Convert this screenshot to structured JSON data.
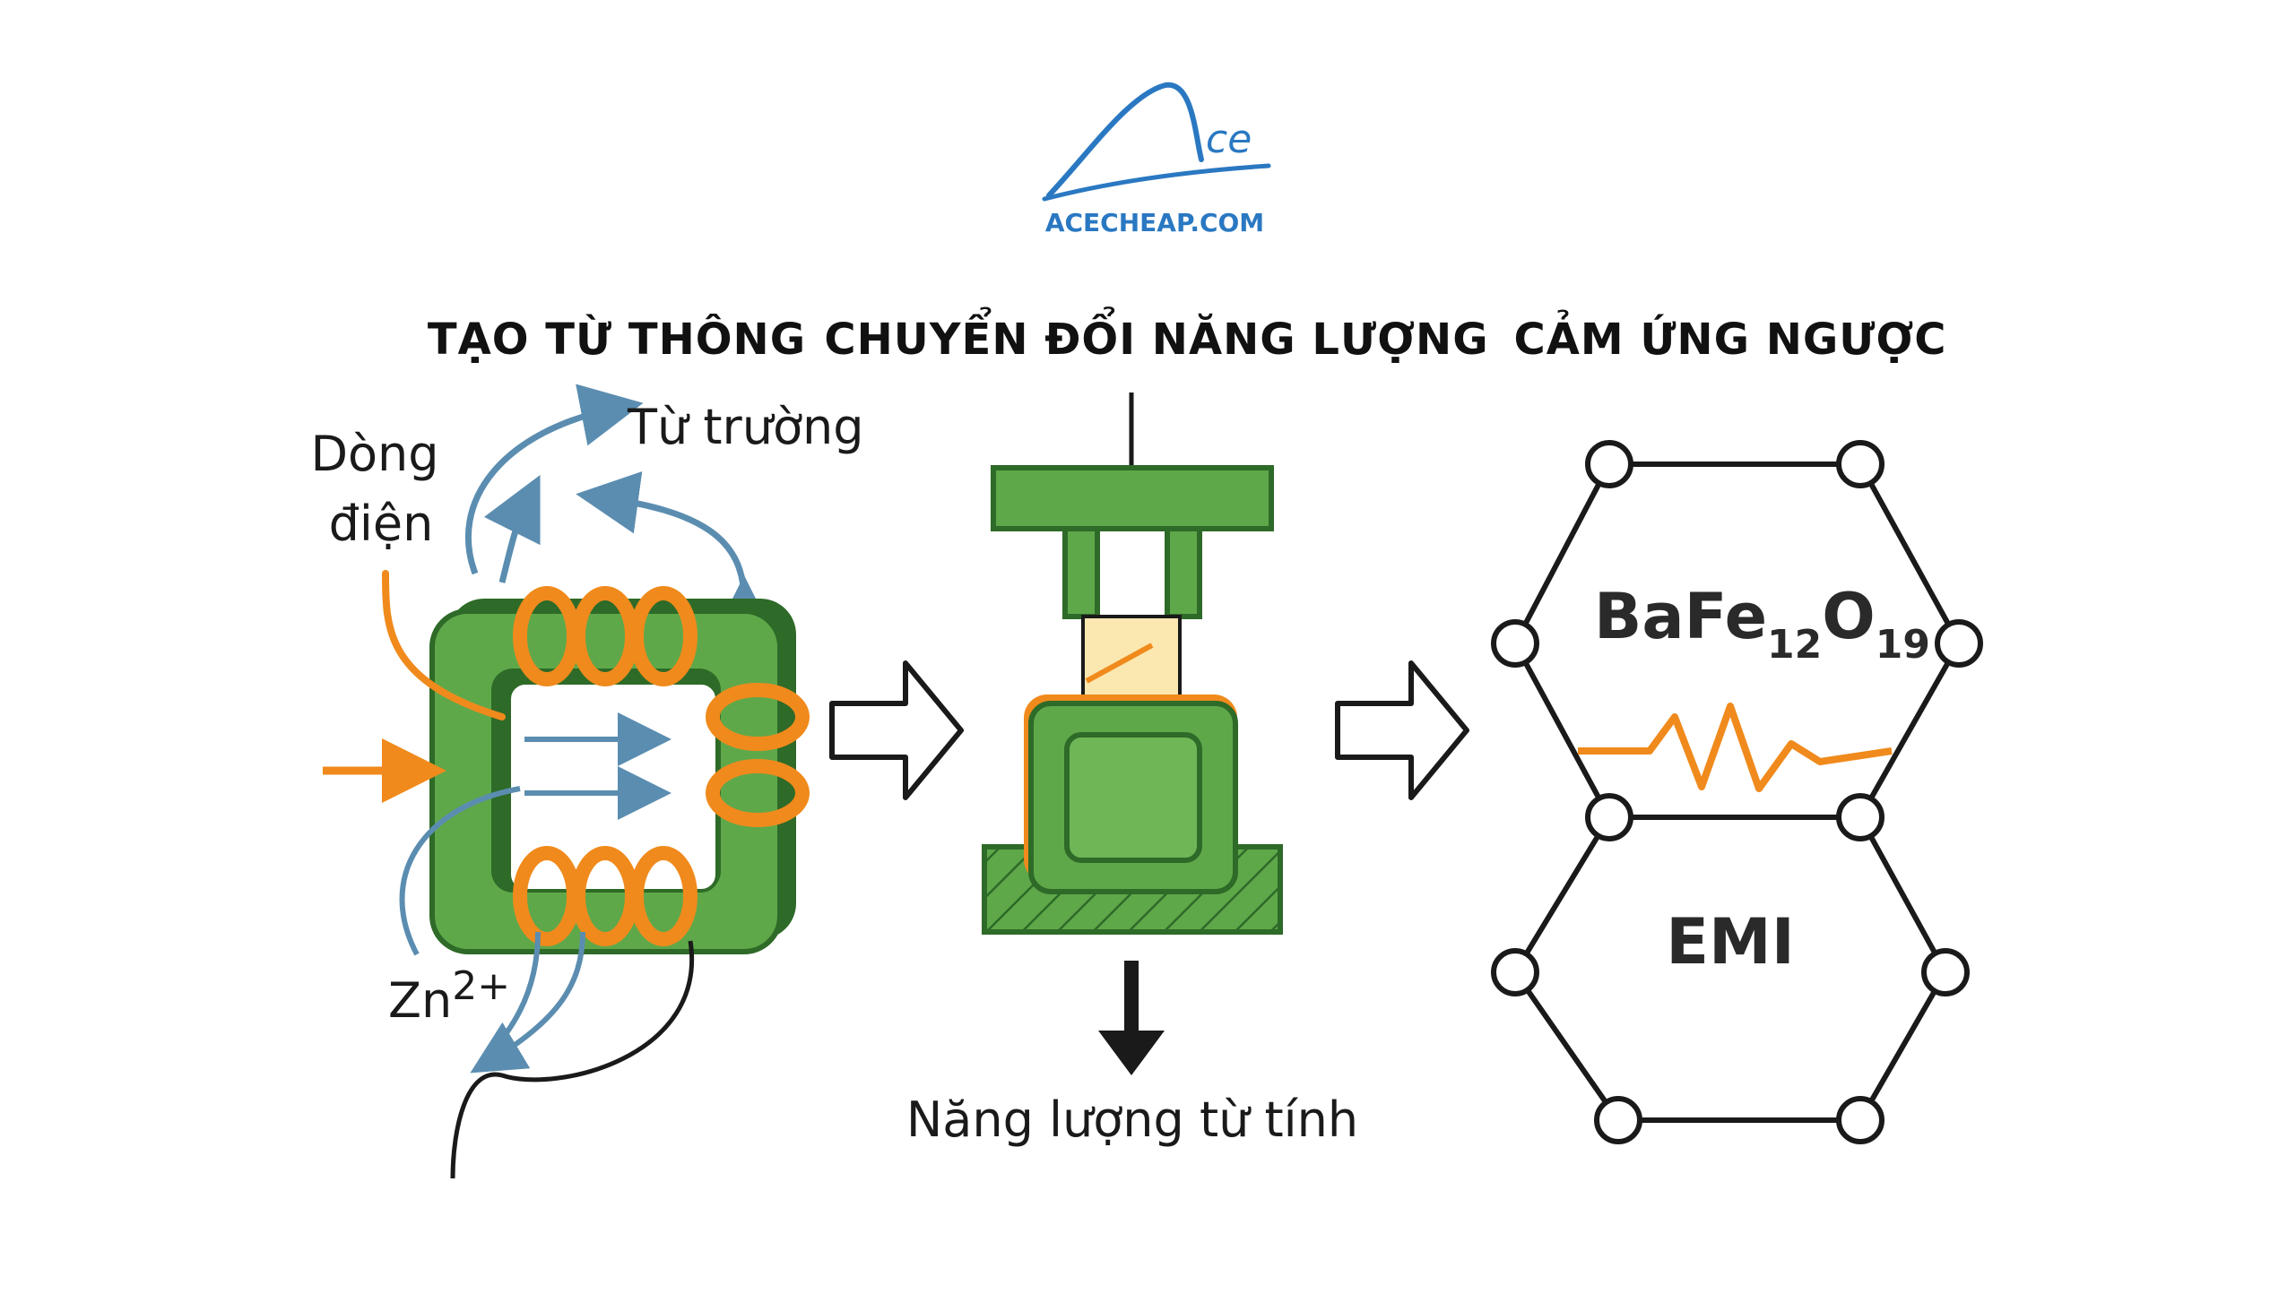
{
  "logo": {
    "mark_text": "ce",
    "site": "ACECHEAP.COM"
  },
  "headings": {
    "step1": "TẠO TỪ THÔNG",
    "step2": "CHUYỂN ĐỔI NĂNG LƯỢNG",
    "step3": "CẢM ỨNG NGƯỢC"
  },
  "labels": {
    "current_line1": "Dòng",
    "current_line2": "điện",
    "field": "Từ trường",
    "ion_base": "Zn",
    "ion_charge": "2+",
    "energy": "Năng lượng từ tính"
  },
  "molecule": {
    "formula_a": "BaFe",
    "formula_sub1": "12",
    "formula_b": "O",
    "formula_sub2": "19",
    "emi": "EMI"
  },
  "colors": {
    "core_green": "#5fa84a",
    "core_dark": "#2e6a28",
    "coil_orange": "#f08a1c",
    "field_blue": "#5b8db0",
    "logo_blue": "#2a78c2"
  }
}
